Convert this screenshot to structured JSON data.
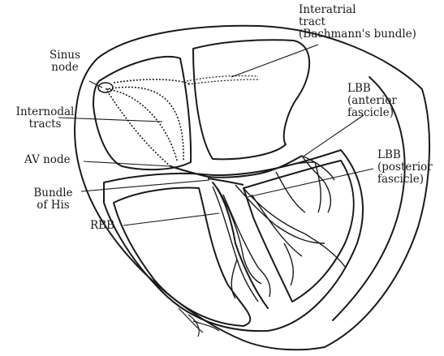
{
  "labels": {
    "interatrial": [
      "Interatrial",
      "tract",
      "(Bachmann's bundle)"
    ],
    "sinus": [
      "Sinus",
      "node"
    ],
    "internodal": [
      "Internodal",
      "tracts"
    ],
    "av_node": "AV node",
    "bundle_his": [
      "Bundle",
      "of His"
    ],
    "rbb": "RBB",
    "lbb_anterior": [
      "LBB",
      "(anterior",
      "fascicle)"
    ],
    "lbb_posterior": [
      "LBB",
      "(posterior",
      "fascicle)"
    ]
  }
}
